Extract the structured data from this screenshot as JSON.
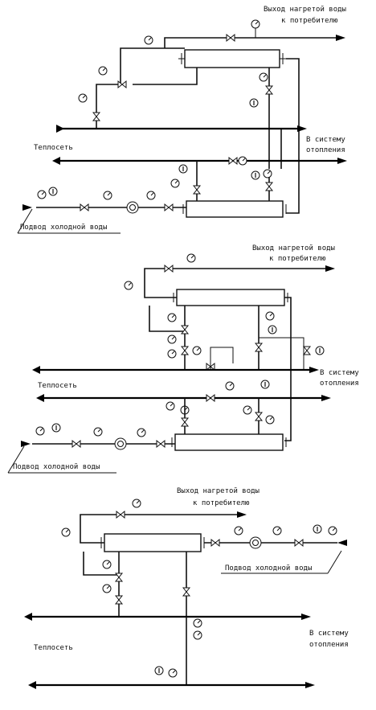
{
  "diagrams": [
    {
      "outlet_label": [
        "Выход нагретой воды",
        "к потребителю"
      ],
      "heating_label": [
        "В систему",
        "отопления"
      ],
      "network_label": "Теплосеть",
      "cold_label": "Подвод холодной воды"
    },
    {
      "outlet_label": [
        "Выход нагретой воды",
        "к потребителю"
      ],
      "heating_label": [
        "В систему",
        "отопления"
      ],
      "network_label": "Теплосеть",
      "cold_label": "Подвод холодной воды"
    },
    {
      "outlet_label": [
        "Выход нагретой воды",
        "к потребителю"
      ],
      "heating_label": [
        "В систему",
        "отопления"
      ],
      "network_label": "Теплосеть",
      "cold_label": "Подвод холодной воды"
    }
  ],
  "icons": [
    "gauge-icon",
    "thermometer-icon",
    "valve-icon",
    "check-valve-icon",
    "water-meter-icon",
    "arrow-icon"
  ]
}
